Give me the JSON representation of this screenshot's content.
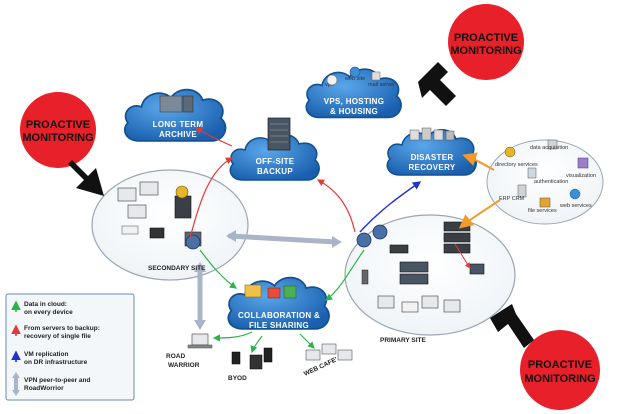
{
  "proactive": {
    "line1": "PROACTIVE",
    "line2": "MONITORING"
  },
  "clouds": {
    "archive": {
      "line1": "LONG TERM",
      "line2": "ARCHIVE"
    },
    "offsite": {
      "line1": "OFF-SITE",
      "line2": "BACKUP"
    },
    "vps": {
      "line1": "VPS, HOSTING",
      "line2": "& HOUSING",
      "small": [
        "vpn",
        "web site",
        "mail server"
      ]
    },
    "dr": {
      "line1": "DISASTER",
      "line2": "RECOVERY"
    },
    "collab": {
      "line1": "COLLABORATION &",
      "line2": "FILE SHARING"
    }
  },
  "services": [
    "data acquisition",
    "directory services",
    "authentication",
    "visualization",
    "ERP CRM",
    "file services",
    "web services"
  ],
  "sites": {
    "secondary": "SECONDARY SITE",
    "primary": "PRIMARY SITE",
    "road": [
      "ROAD",
      "WARRIOR"
    ],
    "byod": "BYOD",
    "webcafe": "WEB CAFE'"
  },
  "legend": [
    {
      "lines": [
        "Data in cloud:",
        "on every device"
      ],
      "color": "#2db34a"
    },
    {
      "lines": [
        "From servers to backup:",
        "recovery of single file"
      ],
      "color": "#e53935"
    },
    {
      "lines": [
        "VM replication",
        "on DR infrastructure"
      ],
      "color": "#2233cc"
    },
    {
      "lines": [
        "VPN peer-to-peer and",
        "RoadWorrior"
      ],
      "color": "#aab4c8"
    }
  ],
  "colors": {
    "cloud": "#2a78c4",
    "red_circle": "#e8202a",
    "green": "#2db34a",
    "red": "#e53935",
    "blue": "#2233cc",
    "orange": "#f39a2b"
  }
}
